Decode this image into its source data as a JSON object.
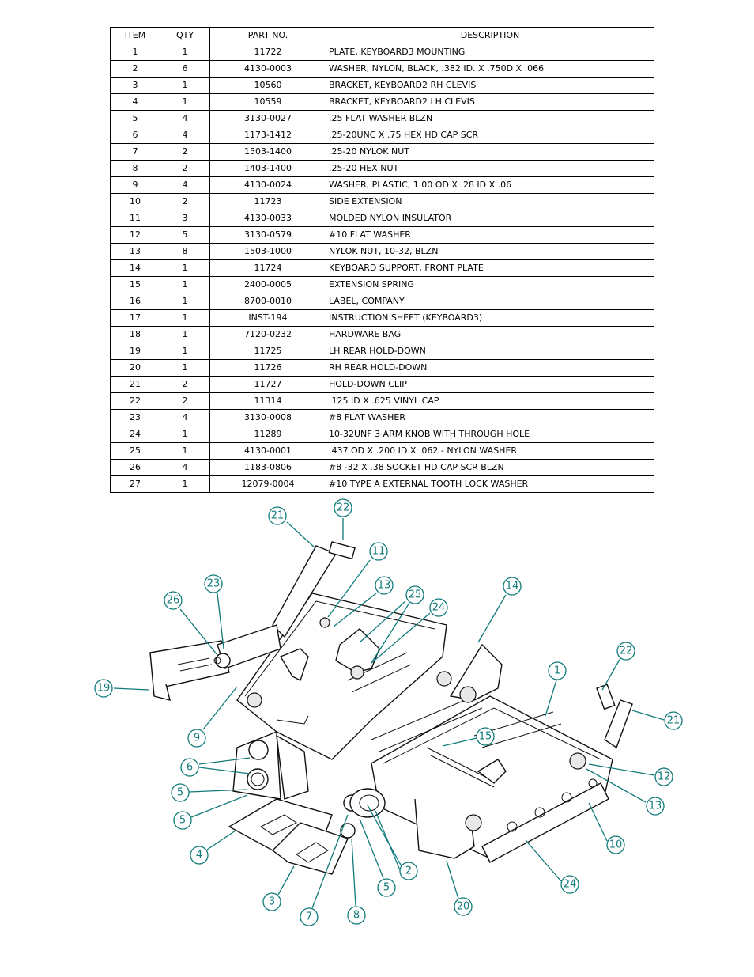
{
  "table": {
    "headers": {
      "item": "ITEM",
      "qty": "QTY",
      "part_no": "PART NO.",
      "description": "DESCRIPTION"
    },
    "rows": [
      {
        "item": "1",
        "qty": "1",
        "part_no": "11722",
        "description": "PLATE, KEYBOARD3 MOUNTING"
      },
      {
        "item": "2",
        "qty": "6",
        "part_no": "4130-0003",
        "description": "WASHER, NYLON, BLACK, .382 ID. X .750D X .066"
      },
      {
        "item": "3",
        "qty": "1",
        "part_no": "10560",
        "description": "BRACKET, KEYBOARD2 RH CLEVIS"
      },
      {
        "item": "4",
        "qty": "1",
        "part_no": "10559",
        "description": "BRACKET, KEYBOARD2 LH CLEVIS"
      },
      {
        "item": "5",
        "qty": "4",
        "part_no": "3130-0027",
        "description": ".25 FLAT WASHER BLZN"
      },
      {
        "item": "6",
        "qty": "4",
        "part_no": "1173-1412",
        "description": ".25-20UNC X .75 HEX HD CAP SCR"
      },
      {
        "item": "7",
        "qty": "2",
        "part_no": "1503-1400",
        "description": ".25-20 NYLOK NUT"
      },
      {
        "item": "8",
        "qty": "2",
        "part_no": "1403-1400",
        "description": ".25-20 HEX NUT"
      },
      {
        "item": "9",
        "qty": "4",
        "part_no": "4130-0024",
        "description": "WASHER, PLASTIC, 1.00 OD X .28 ID X .06"
      },
      {
        "item": "10",
        "qty": "2",
        "part_no": "11723",
        "description": "SIDE EXTENSION"
      },
      {
        "item": "11",
        "qty": "3",
        "part_no": "4130-0033",
        "description": "MOLDED NYLON INSULATOR"
      },
      {
        "item": "12",
        "qty": "5",
        "part_no": "3130-0579",
        "description": "#10 FLAT WASHER"
      },
      {
        "item": "13",
        "qty": "8",
        "part_no": "1503-1000",
        "description": "NYLOK NUT, 10-32, BLZN"
      },
      {
        "item": "14",
        "qty": "1",
        "part_no": "11724",
        "description": "KEYBOARD SUPPORT, FRONT PLATE"
      },
      {
        "item": "15",
        "qty": "1",
        "part_no": "2400-0005",
        "description": "EXTENSION SPRING"
      },
      {
        "item": "16",
        "qty": "1",
        "part_no": "8700-0010",
        "description": "LABEL, COMPANY"
      },
      {
        "item": "17",
        "qty": "1",
        "part_no": "INST-194",
        "description": "INSTRUCTION SHEET (KEYBOARD3)"
      },
      {
        "item": "18",
        "qty": "1",
        "part_no": "7120-0232",
        "description": "HARDWARE BAG"
      },
      {
        "item": "19",
        "qty": "1",
        "part_no": "11725",
        "description": "LH REAR HOLD-DOWN"
      },
      {
        "item": "20",
        "qty": "1",
        "part_no": "11726",
        "description": "RH REAR HOLD-DOWN"
      },
      {
        "item": "21",
        "qty": "2",
        "part_no": "11727",
        "description": "HOLD-DOWN CLIP"
      },
      {
        "item": "22",
        "qty": "2",
        "part_no": "11314",
        "description": ".125 ID X .625 VINYL CAP"
      },
      {
        "item": "23",
        "qty": "4",
        "part_no": "3130-0008",
        "description": "#8 FLAT WASHER"
      },
      {
        "item": "24",
        "qty": "1",
        "part_no": "11289",
        "description": "10-32UNF 3 ARM KNOB WITH THROUGH HOLE"
      },
      {
        "item": "25",
        "qty": "1",
        "part_no": "4130-0001",
        "description": ".437 OD X .200 ID X .062 - NYLON WASHER"
      },
      {
        "item": "26",
        "qty": "4",
        "part_no": "1183-0806",
        "description": "#8 -32 X .38 SOCKET HD CAP SCR BLZN"
      },
      {
        "item": "27",
        "qty": "1",
        "part_no": "12079-0004",
        "description": "#10 TYPE A EXTERNAL TOOTH LOCK WASHER"
      }
    ]
  },
  "drawing": {
    "callouts": [
      "21",
      "22",
      "11",
      "13",
      "25",
      "24",
      "14",
      "23",
      "26",
      "19",
      "9",
      "6",
      "5",
      "5",
      "4",
      "3",
      "7",
      "8",
      "5",
      "2",
      "20",
      "1",
      "22",
      "21",
      "15",
      "12",
      "13",
      "10",
      "24"
    ],
    "colors": {
      "callout": "#117a7a",
      "line": "#111111"
    }
  }
}
